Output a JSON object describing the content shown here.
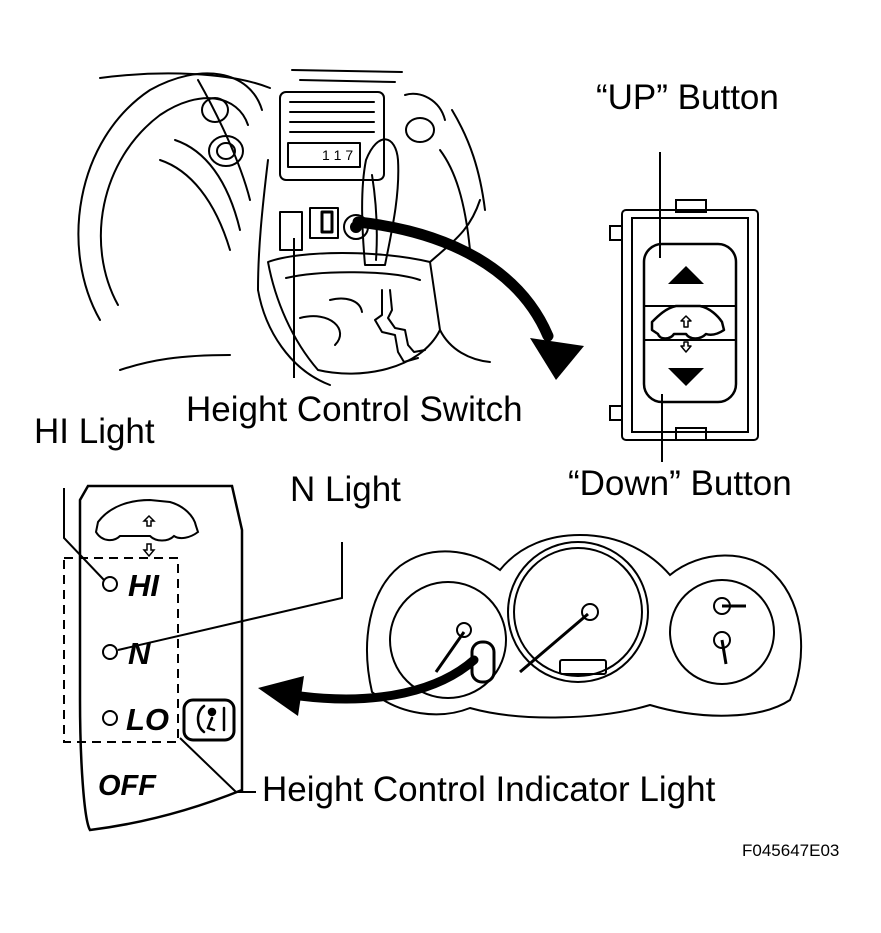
{
  "labels": {
    "up_button": "“UP” Button",
    "down_button": "“Down” Button",
    "hi_light": "HI Light",
    "n_light": "N Light",
    "height_control_switch": "Height Control Switch",
    "height_control_indicator_light": "Height Control Indicator Light"
  },
  "indicator_panel": {
    "hi": "HI",
    "n": "N",
    "lo": "LO",
    "off": "OFF"
  },
  "dash_display": "1 1 7",
  "figure_code": "F045647E03"
}
